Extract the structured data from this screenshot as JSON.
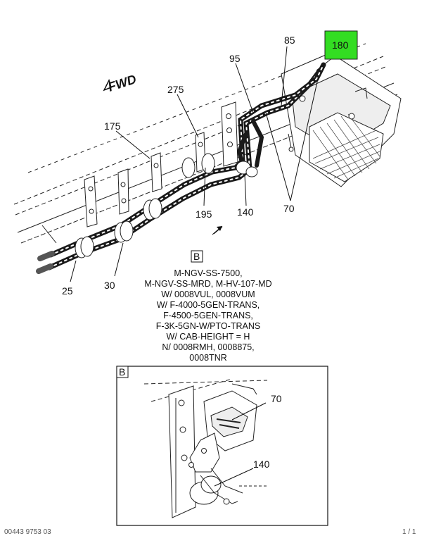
{
  "direction_label": "FWD",
  "callouts": {
    "c85": "85",
    "c180": "180",
    "c95": "95",
    "c275": "275",
    "c175": "175",
    "c195": "195",
    "c140": "140",
    "c70": "70",
    "c25": "25",
    "c30": "30"
  },
  "detail_marker": "B",
  "detail_view": {
    "label": "B",
    "c70": "70",
    "c140": "140"
  },
  "applicability_note": [
    "M-NGV-SS-7500,",
    "M-NGV-SS-MRD, M-HV-107-MD",
    "W/ 0008VUL, 0008VUM",
    "W/ F-4000-5GEN-TRANS,",
    "F-4500-5GEN-TRANS,",
    "F-3K-5GN-W/PTO-TRANS",
    "W/ CAB-HEIGHT = H",
    "N/ 0008RMH, 0008875,",
    "0008TNR"
  ],
  "footer": {
    "left": "00443 9753 03",
    "right": "1 / 1"
  },
  "colors": {
    "highlight": "#33dd22",
    "line": "#111111",
    "hose": "#1a1a1a"
  }
}
